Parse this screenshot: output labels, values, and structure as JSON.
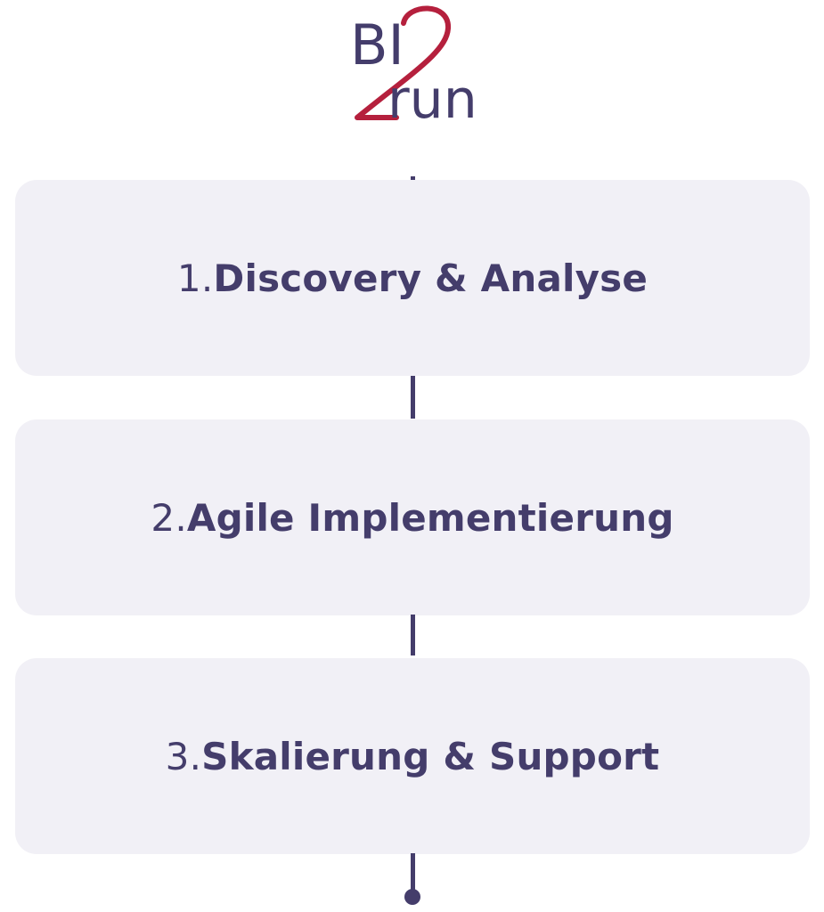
{
  "logo": {
    "text_top": "BI",
    "text_mid": "2",
    "text_bottom": "run",
    "primary_color": "#443d6b",
    "accent_color": "#b5203d"
  },
  "steps": [
    {
      "number": "1.",
      "title": "Discovery & Analyse"
    },
    {
      "number": "2.",
      "title": "Agile Implementierung"
    },
    {
      "number": "3.",
      "title": "Skalierung & Support"
    }
  ],
  "colors": {
    "text": "#443d6b",
    "box": "#f1f0f6",
    "line": "#443d6b"
  }
}
